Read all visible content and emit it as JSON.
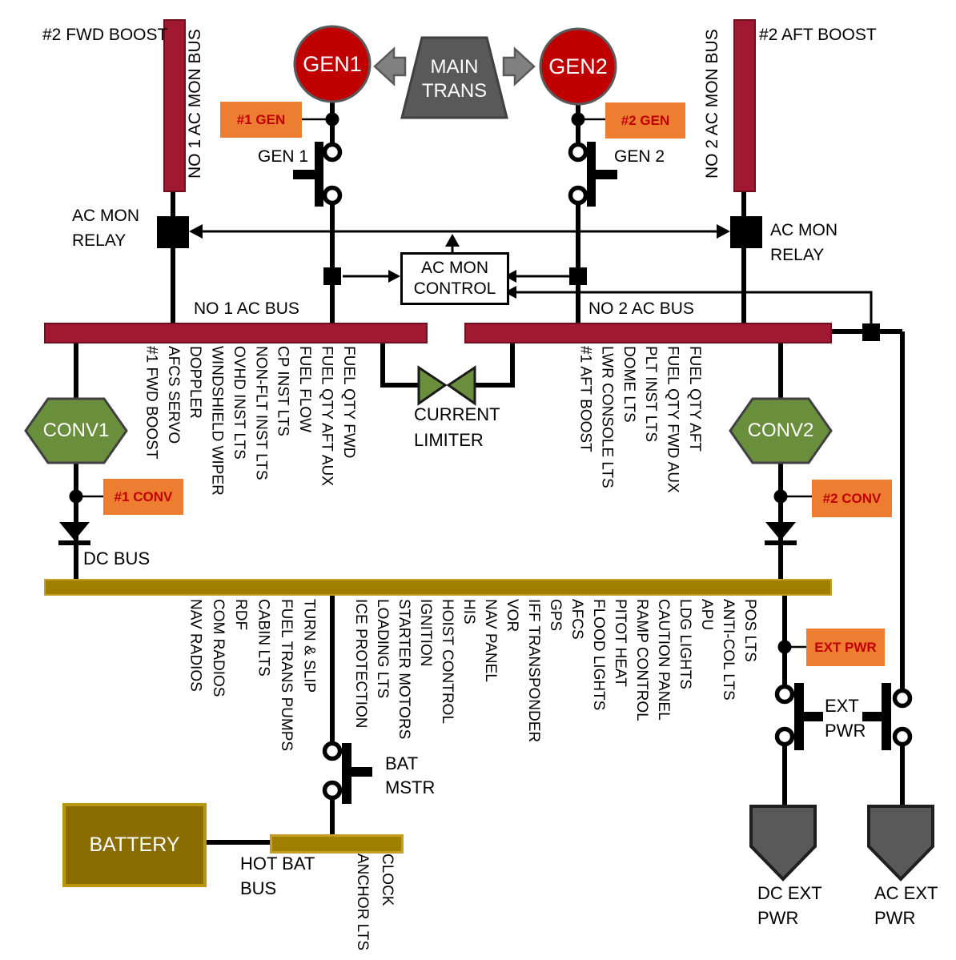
{
  "colors": {
    "bus_red": "#A01931",
    "bus_red_border": "#6E0F20",
    "gen_red": "#C00000",
    "gold": "#A07F00",
    "gold_border": "#C49E25",
    "battery_gold": "#8A6D00",
    "battery_border": "#BA960C",
    "orange": "#ED7D31",
    "orange_text": "#C00000",
    "green": "#6A8F3C",
    "gray": "#595959"
  },
  "generators": {
    "gen1": "GEN1",
    "gen2": "GEN2",
    "main_trans_line1": "MAIN",
    "main_trans_line2": "TRANS"
  },
  "mon_buses": {
    "bus1": "NO 1 AC MON BUS",
    "bus2": "NO 2 AC MON BUS",
    "fwd_boost": "#2 FWD BOOST",
    "aft_boost": "#2 AFT BOOST",
    "relay_line1": "AC MON",
    "relay_line2": "RELAY",
    "control_line1": "AC MON",
    "control_line2": "CONTROL"
  },
  "switches": {
    "gen1": "GEN 1",
    "gen2": "GEN 2",
    "bat_line1": "BAT",
    "bat_line2": "MSTR",
    "ext_line1": "EXT",
    "ext_line2": "PWR"
  },
  "breakers": {
    "gen1": "#1 GEN",
    "gen2": "#2 GEN",
    "conv1": "#1 CONV",
    "conv2": "#2 CONV",
    "ext_pwr": "EXT PWR"
  },
  "ac_bus1": {
    "label": "NO 1 AC BUS",
    "feeders": [
      "#1 FWD BOOST",
      "AFCS SERVO",
      "DOPPLER",
      "WINDSHIELD WIPER",
      "OVHD INST LTS",
      "NON-FLT INST LTS",
      "CP INST LTS",
      "FUEL FLOW",
      "FUEL QTY AFT AUX",
      "FUEL QTY FWD"
    ]
  },
  "ac_bus2": {
    "label": "NO 2 AC BUS",
    "feeders": [
      "#1 AFT BOOST",
      "LWR CONSOLE LTS",
      "DOME LTS",
      "PLT INST LTS",
      "FUEL QTY FWD AUX",
      "FUEL QTY AFT"
    ]
  },
  "current_limiter": {
    "line1": "CURRENT",
    "line2": "LIMITER"
  },
  "converters": {
    "conv1": "CONV1",
    "conv2": "CONV2"
  },
  "dc_bus": {
    "label": "DC BUS",
    "feeders_left": [
      "NAV RADIOS",
      "COM RADIOS",
      "RDF",
      "CABIN LTS",
      "FUEL TRANS PUMPS",
      "TURN & SLIP"
    ],
    "feeders_right": [
      "ICE PROTECTION",
      "LOADING LTS",
      "STARTER MOTORS",
      "IGNITION",
      "HOIST CONTROL",
      "HIS",
      "NAV PANEL",
      "VOR",
      "IFF TRANSPONDER",
      "GPS",
      "AFCS",
      "FLOOD LIGHTS",
      "PITOT HEAT",
      "RAMP CONTROL",
      "CAUTION PANEL",
      "LDG LIGHTS",
      "APU",
      "ANTI-COL LTS",
      "POS LTS"
    ]
  },
  "battery": {
    "label": "BATTERY",
    "hot_bus_line1": "HOT BAT",
    "hot_bus_line2": "BUS",
    "feeders": [
      "ANCHOR LTS",
      "CLOCK"
    ]
  },
  "ext_connectors": {
    "dc_line1": "DC EXT",
    "dc_line2": "PWR",
    "ac_line1": "AC EXT",
    "ac_line2": "PWR"
  }
}
